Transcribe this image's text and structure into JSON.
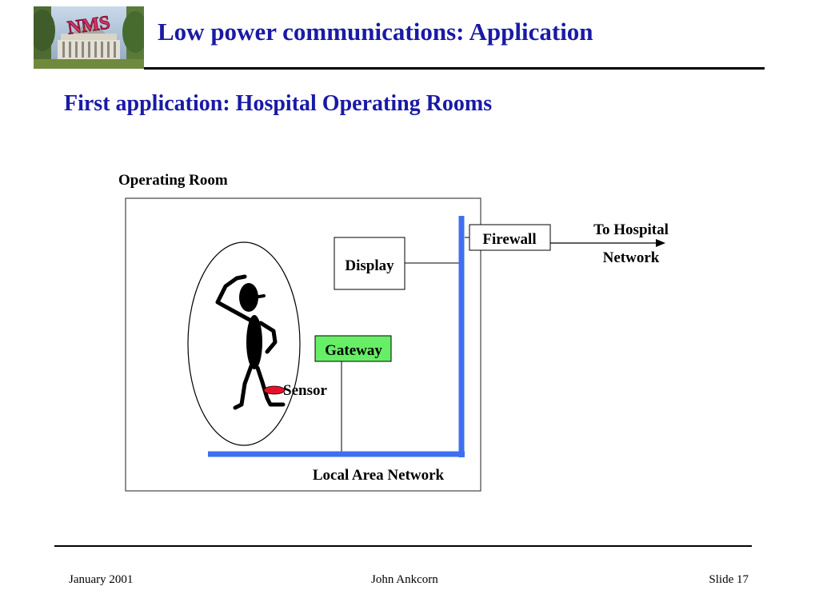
{
  "slide": {
    "title": "Low power communications: Application",
    "subtitle": "First application: Hospital Operating Rooms",
    "logo_text": "NMS"
  },
  "diagram": {
    "room_label": "Operating Room",
    "display_label": "Display",
    "firewall_label": "Firewall",
    "gateway_label": "Gateway",
    "sensor_label": "Sensor",
    "lan_label": "Local Area Network",
    "hospital_label_line1": "To Hospital",
    "hospital_label_line2": "Network"
  },
  "footer": {
    "date": "January 2001",
    "author": "John Ankcorn",
    "slide_number": "Slide 17"
  },
  "colors": {
    "title": "#1a1aa6",
    "network": "#3f6ff0",
    "gateway_fill": "#66ee66",
    "sensor": "#e8102a"
  }
}
